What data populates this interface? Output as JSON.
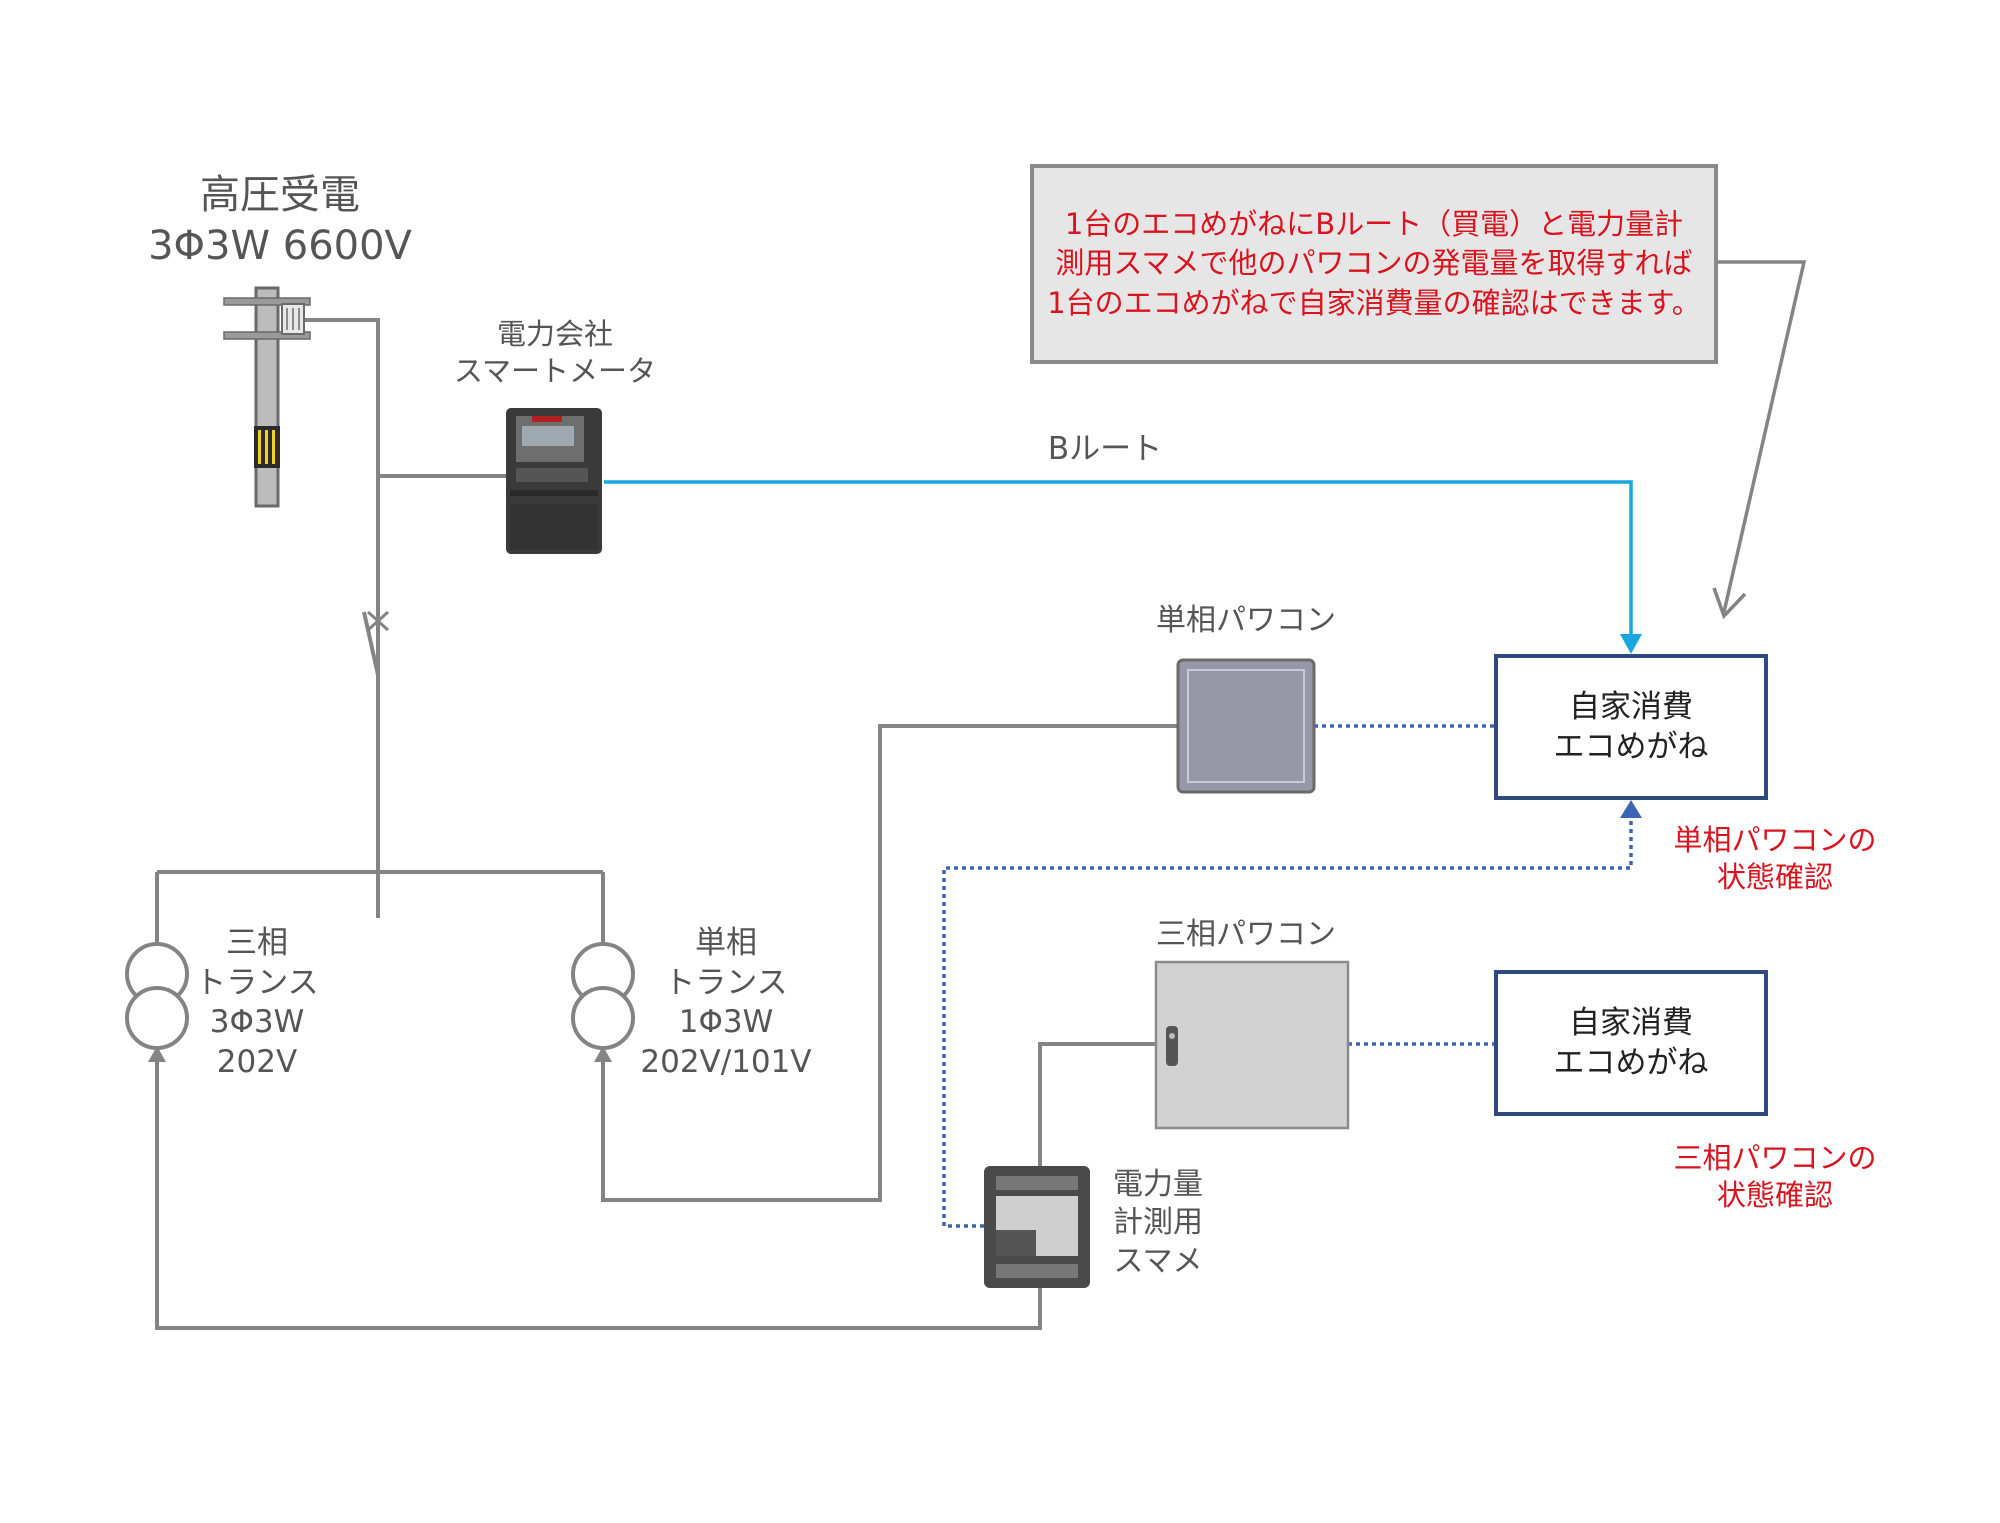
{
  "colors": {
    "wire": "#848484",
    "b_route": "#19a7df",
    "comm_dotted": "#3d64b0",
    "box_border": "#2f4a80",
    "note_text": "#d9141e",
    "note_bg": "#e6e6e6"
  },
  "labels": {
    "hv_title": "高圧受電",
    "hv_spec": "3Φ3W 6600V",
    "meter_line1": "電力会社",
    "meter_line2": "スマートメータ",
    "b_route": "Bルート",
    "pcs1": "単相パワコン",
    "pcs3": "三相パワコン",
    "trans3_l1": "三相",
    "trans3_l2": "トランス",
    "trans3_l3": "3Φ3W",
    "trans3_l4": "202V",
    "trans1_l1": "単相",
    "trans1_l2": "トランス",
    "trans1_l3": "1Φ3W",
    "trans1_l4": "202V/101V",
    "smame_l1": "電力量",
    "smame_l2": "計測用",
    "smame_l3": "スマメ"
  },
  "boxes": {
    "eco1_l1": "自家消費",
    "eco1_l2": "エコめがね",
    "eco2_l1": "自家消費",
    "eco2_l2": "エコめがね"
  },
  "status": {
    "s1_l1": "単相パワコンの",
    "s1_l2": "状態確認",
    "s3_l1": "三相パワコンの",
    "s3_l2": "状態確認"
  },
  "note": {
    "line1": "1台のエコめがねにBルート（買電）と電力量計",
    "line2": "測用スマメで他のパワコンの発電量を取得すれば",
    "line3": "1台のエコめがねで自家消費量の確認はできます。"
  },
  "icons": [
    "utility-pole-icon",
    "smart-meter-icon",
    "breaker-switch-icon",
    "transformer-icon",
    "power-conditioner-icon",
    "smart-meter-small-icon"
  ]
}
